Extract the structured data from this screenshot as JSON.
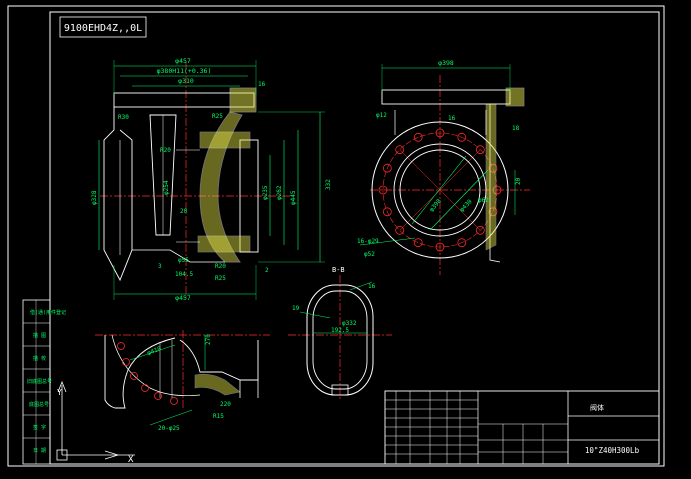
{
  "drawing": {
    "stamp_mirrored": "9100EHD4Z,,0L",
    "title_block": {
      "part_name": "阀体",
      "drawing_code": "10\"Z40H300Lb"
    },
    "section_label": "B-B",
    "front_view": {
      "dims": [
        "φ457",
        "φ380H11(+0.36)",
        "φ310",
        "φ328",
        "φ457",
        "332",
        "φ445",
        "φ262",
        "φ235",
        "φ254",
        "R30",
        "R20",
        "R25",
        "20",
        "φ55",
        "104.5",
        "R20",
        "R25",
        "2",
        "3",
        "16"
      ]
    },
    "side_view": {
      "dims": [
        "φ398",
        "φ12",
        "16",
        "18",
        "20",
        "φ398",
        "φ430",
        "φ62",
        "16-φ29",
        "φ52"
      ]
    },
    "section_view": {
      "dims": [
        "19",
        "16",
        "φ332",
        "192.5"
      ]
    },
    "bottom_view": {
      "dims": [
        "φ410",
        "270",
        "220",
        "R15",
        "20-φ25"
      ]
    },
    "left_strip": [
      "借(通)用件登记",
      "描 图",
      "描 校",
      "旧底图总号",
      "底图总号",
      "签 字",
      "日 期"
    ],
    "ucs": {
      "x": "X",
      "y": "Y"
    }
  },
  "colors": {
    "background": "#000000",
    "frame": "#FFFFFF",
    "geometry": "#FFFFFF",
    "dimension": "#00FF66",
    "center": "#FF2A2A",
    "hatch": "#E6E64A",
    "text": "#FFFFFF"
  }
}
